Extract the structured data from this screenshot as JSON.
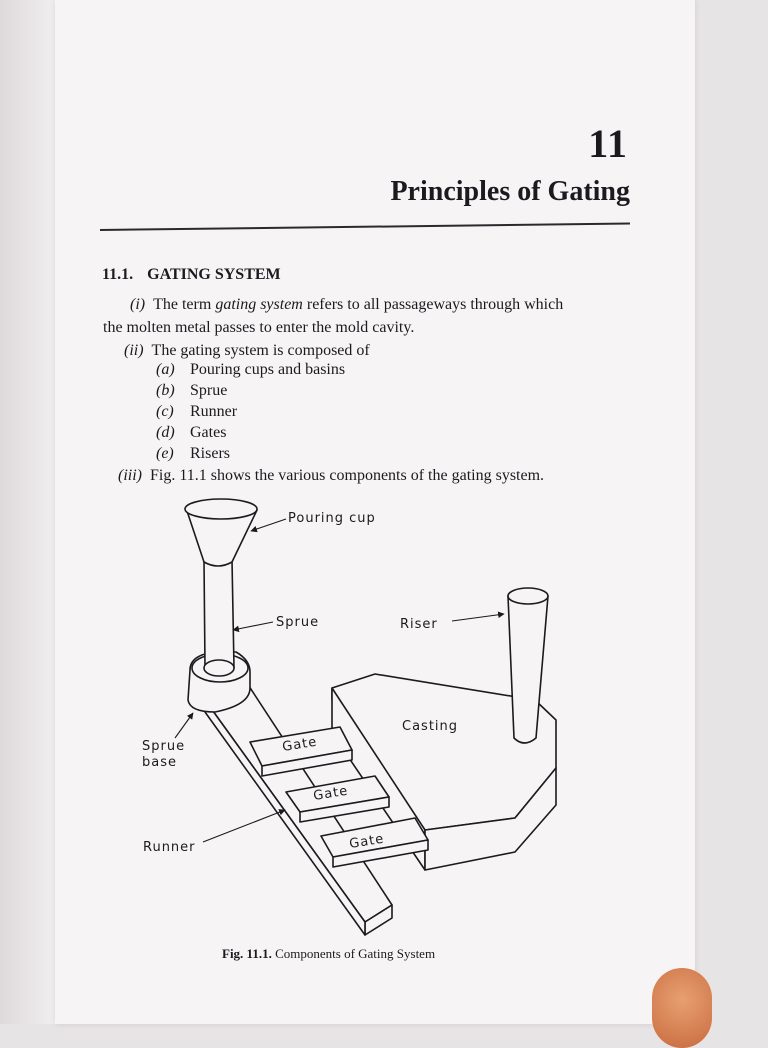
{
  "chapter": {
    "number": "11",
    "title": "Principles of Gating"
  },
  "section": {
    "number": "11.1.",
    "title": "GATING SYSTEM"
  },
  "paragraphs": {
    "p1_marker": "(i)",
    "p1_before": "The term ",
    "p1_em": "gating system",
    "p1_after": " refers to all passageways through which",
    "p1_line2": "the molten metal passes to enter the mold cavity.",
    "p2_marker": "(ii)",
    "p2_text": "The gating system is composed of",
    "p3_marker": "(iii)",
    "p3_text": "Fig. 11.1 shows the various components of the gating system."
  },
  "components": [
    {
      "marker": "(a)",
      "label": "Pouring cups and basins"
    },
    {
      "marker": "(b)",
      "label": "Sprue"
    },
    {
      "marker": "(c)",
      "label": "Runner"
    },
    {
      "marker": "(d)",
      "label": "Gates"
    },
    {
      "marker": "(e)",
      "label": "Risers"
    }
  ],
  "figure": {
    "labels": {
      "pouring_cup": "Pouring cup",
      "sprue": "Sprue",
      "riser": "Riser",
      "casting": "Casting",
      "sprue_base_1": "Sprue",
      "sprue_base_2": "base",
      "runner": "Runner",
      "gate1": "Gate",
      "gate2": "Gate",
      "gate3": "Gate"
    },
    "caption_label": "Fig. 11.1.",
    "caption_text": "Components of Gating System"
  }
}
